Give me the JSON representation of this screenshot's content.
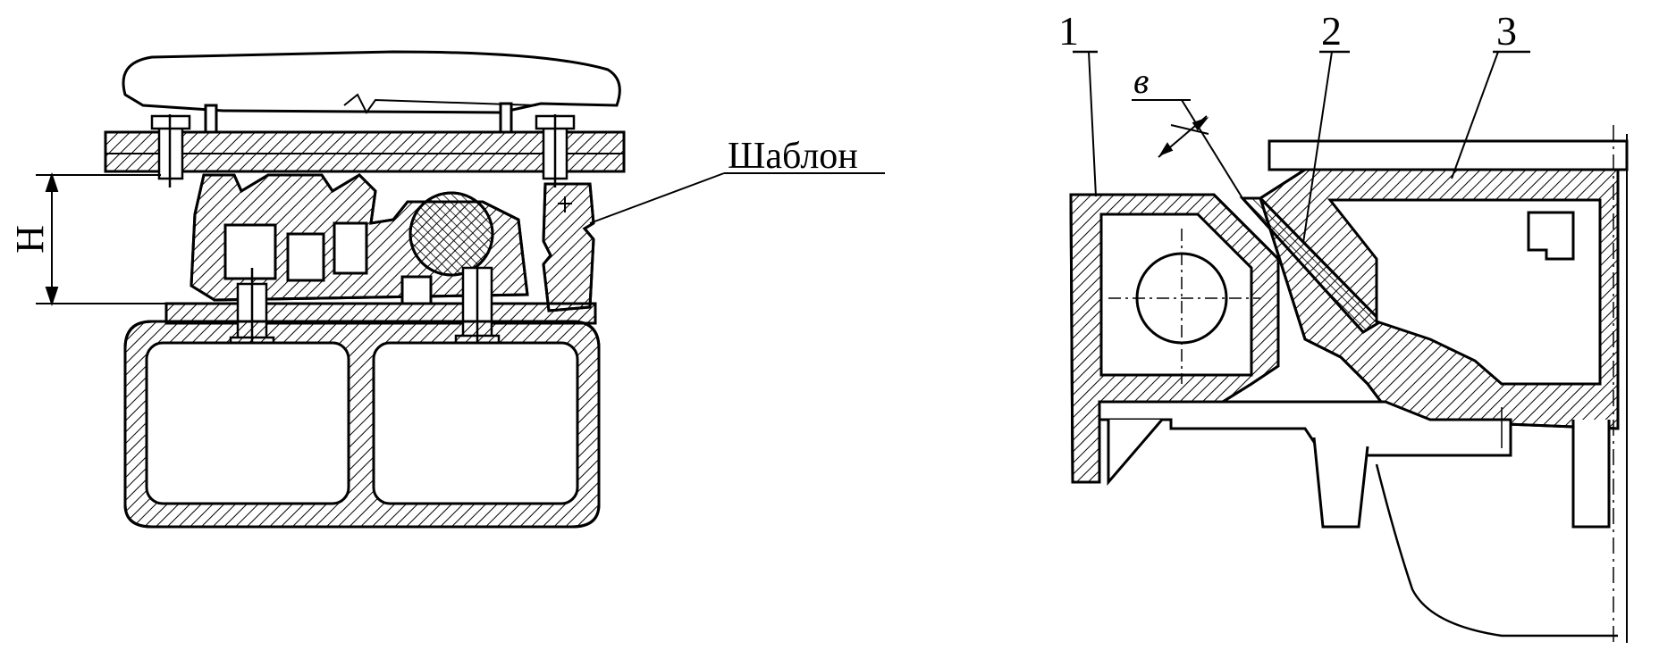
{
  "left_figure": {
    "dimension_label": "Н",
    "callout_label": "Шаблон"
  },
  "right_figure": {
    "callout_labels": [
      "1",
      "2",
      "3"
    ],
    "gap_label": "в"
  }
}
